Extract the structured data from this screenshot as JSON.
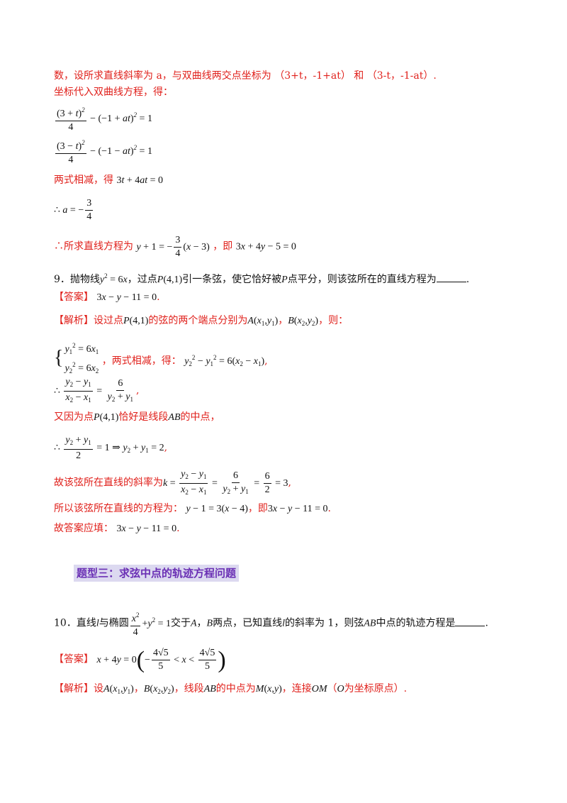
{
  "intro": {
    "line1": "数，设所求直线斜率为 a，与双曲线两交点坐标为 （3+t，-1+at） 和 （3-t，-1-at）.",
    "line2": "坐标代入双曲线方程，得：",
    "subtract": "两式相减，得",
    "result_prefix": "∴所求直线方程为",
    "result_mid": "，即"
  },
  "q9": {
    "stem_a": "9．抛物线",
    "stem_b": "，过点",
    "stem_c": "引一条弦，使它恰好被",
    "stem_d": "点平分，则该弦所在的直线方程为",
    "answer_label": "【答案】",
    "analysis_label": "【解析】",
    "analysis_a": "设过点",
    "analysis_b": "的弦的两个端点分别为",
    "analysis_c": "，",
    "analysis_d": "，则：",
    "subtract": "，两式相减，得：",
    "midpoint_a": "又因为点",
    "midpoint_b": "恰好是线段",
    "midpoint_c": "的中点，",
    "slope_label": "故该弦所在直线的斜率为",
    "line_label": "所以该弦所在直线的方程为：",
    "line_mid": "，即",
    "fill_label": "故答案应填："
  },
  "section": {
    "title": "题型三：求弦中点的轨迹方程问题"
  },
  "q10": {
    "stem_a": "10．直线",
    "stem_b": "与椭圆",
    "stem_c": "交于",
    "stem_d": "两点，已知直线",
    "stem_e": "的斜率为 1，则弦",
    "stem_f": "中点的轨迹方程是",
    "answer_label": "【答案】",
    "analysis_label": "【解析】",
    "analysis_a": "设",
    "analysis_b": "，",
    "analysis_c": "，线段",
    "analysis_d": "的中点为",
    "analysis_e": "，连接",
    "analysis_f": "（",
    "analysis_g": "为坐标原点）."
  }
}
